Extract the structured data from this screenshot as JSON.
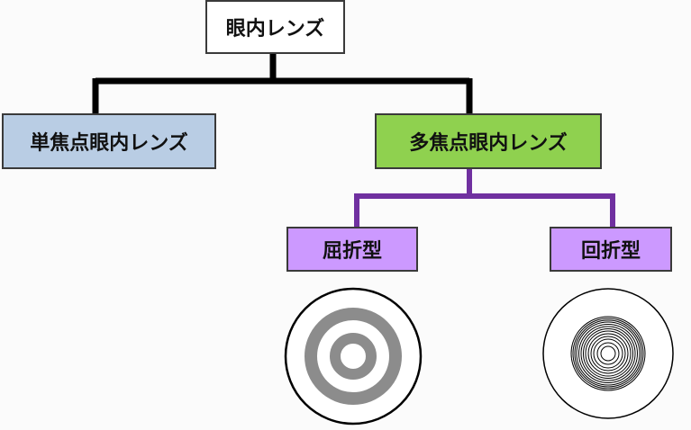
{
  "root": {
    "label": "眼内レンズ"
  },
  "level1": {
    "monofocal": {
      "label": "単焦点眼内レンズ",
      "color": "#b9cde4"
    },
    "multifocal": {
      "label": "多焦点眼内レンズ",
      "color": "#8fd14f"
    }
  },
  "level2": {
    "refractive": {
      "label": "屈折型",
      "color": "#cc99ff"
    },
    "diffractive": {
      "label": "回折型",
      "color": "#cc99ff"
    }
  },
  "colors": {
    "top_connector": "#000000",
    "sub_connector": "#7030a0",
    "refractive_ring": "#8c8c8c"
  },
  "icons": {
    "refractive": "refractive-lens-rings-icon",
    "diffractive": "diffractive-lens-rings-icon"
  }
}
